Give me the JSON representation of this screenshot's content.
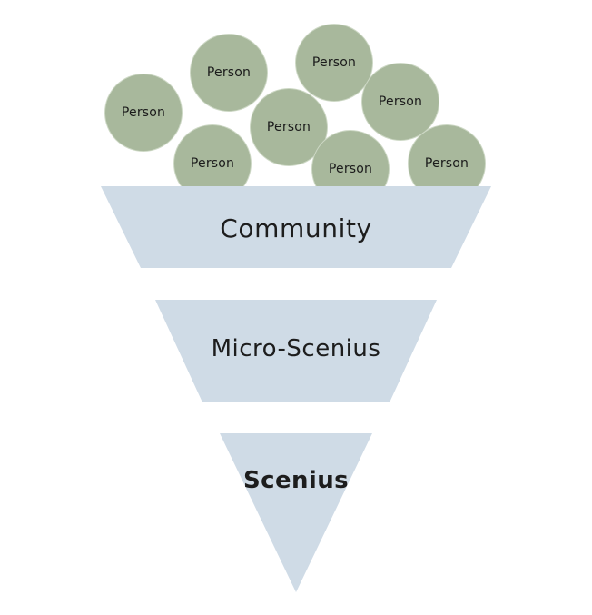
{
  "colors": {
    "person_fill": "#a8b89c",
    "person_stroke": "#cdd8c5",
    "funnel_fill": "#cfdbe6",
    "text": "#1d1d1d"
  },
  "people": [
    {
      "label": "Person"
    },
    {
      "label": "Person"
    },
    {
      "label": "Person"
    },
    {
      "label": "Person"
    },
    {
      "label": "Person"
    },
    {
      "label": "Person"
    },
    {
      "label": "Person"
    },
    {
      "label": "Person"
    }
  ],
  "stages": [
    {
      "label": "Community"
    },
    {
      "label": "Micro-Scenius"
    },
    {
      "label": "Scenius"
    }
  ]
}
